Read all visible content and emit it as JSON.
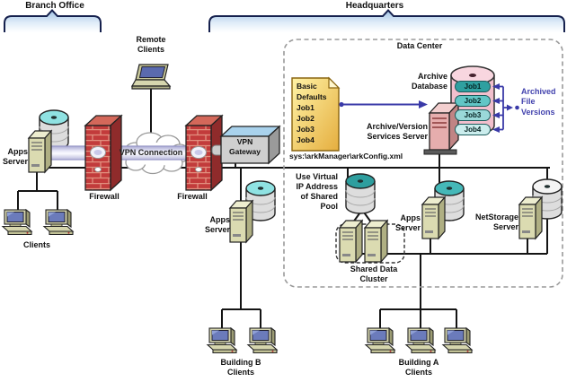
{
  "regions": {
    "branch_office": "Branch Office",
    "headquarters": "Headquarters",
    "data_center": "Data Center",
    "shared_data_cluster": "Shared Data\nCluster"
  },
  "branch": {
    "apps_server": "Apps\nServer",
    "clients": "Clients",
    "firewall": "Firewall"
  },
  "wan": {
    "remote_clients": "Remote\nClients",
    "vpn_connection": "VPN Connection",
    "hq_firewall": "Firewall",
    "vpn_gateway": "VPN\nGateway"
  },
  "hq": {
    "apps_server_left": "Apps\nServer",
    "building_b_clients": "Building B\nClients",
    "building_a_clients": "Building A\nClients"
  },
  "data_center": {
    "job_note": "Basic\nDefaults\nJob1\nJob2\nJob3\nJob4",
    "config_path": "sys:\\arkManager\\arkConfig.xml",
    "archive_database": "Archive\nDatabase",
    "archive_server": "Archive/Version\nServices Server",
    "jobs": [
      "Job1",
      "Job2",
      "Job3",
      "Job4"
    ],
    "archived_file_versions": "Archived\nFile\nVersions",
    "virtual_ip_note": "Use Virtual\nIP Address\nof Shared\nPool",
    "apps_server": "Apps\nServer",
    "netstorage_server": "NetStorage\nServer"
  },
  "colors": {
    "job1_pill": "#2FA0A0",
    "job2_pill": "#62C6C6",
    "job3_pill": "#9AD9D9",
    "job4_pill": "#CBEDED",
    "blue_arrow": "#3A3AA8",
    "archived_text": "#4343AE",
    "note_yellow": "#F2C855",
    "archive_pink": "#F2BFCD",
    "firewall_red": "#C23B3B",
    "vpn_tube": "#C9C9EA",
    "teal_disk": "#2E9E9E",
    "cyan_disk": "#8FE2E2"
  }
}
